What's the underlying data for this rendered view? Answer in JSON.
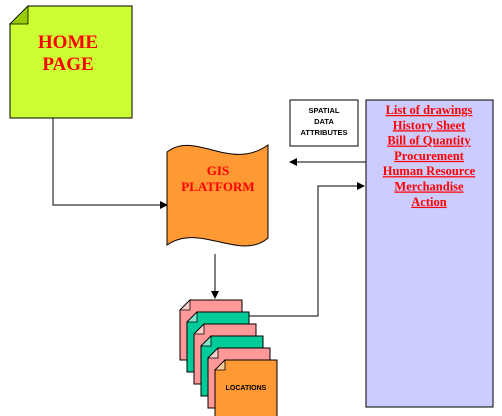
{
  "home_page": {
    "lines": [
      "HOME",
      "PAGE"
    ],
    "fill": "#ccff33",
    "text_color": "#ff0000"
  },
  "gis_platform": {
    "lines": [
      "GIS",
      "PLATFORM"
    ],
    "fill": "#ff9933",
    "text_color": "#ff0000"
  },
  "spatial_attributes": {
    "lines": [
      "SPATIAL",
      "DATA",
      "ATTRIBUTES"
    ]
  },
  "links_panel": {
    "fill": "#ccccff",
    "link_color": "#ff0000",
    "items": [
      "List of drawings",
      "History Sheet",
      "Bill of Quantity",
      "Procurement",
      "Human Resource",
      "Merchandise",
      "Action"
    ]
  },
  "locations": {
    "label": "LOCATIONS",
    "sheet_colors": [
      "#ff9999",
      "#00cc99",
      "#ff9999",
      "#00cc99",
      "#ff9999",
      "#ff9933"
    ]
  }
}
